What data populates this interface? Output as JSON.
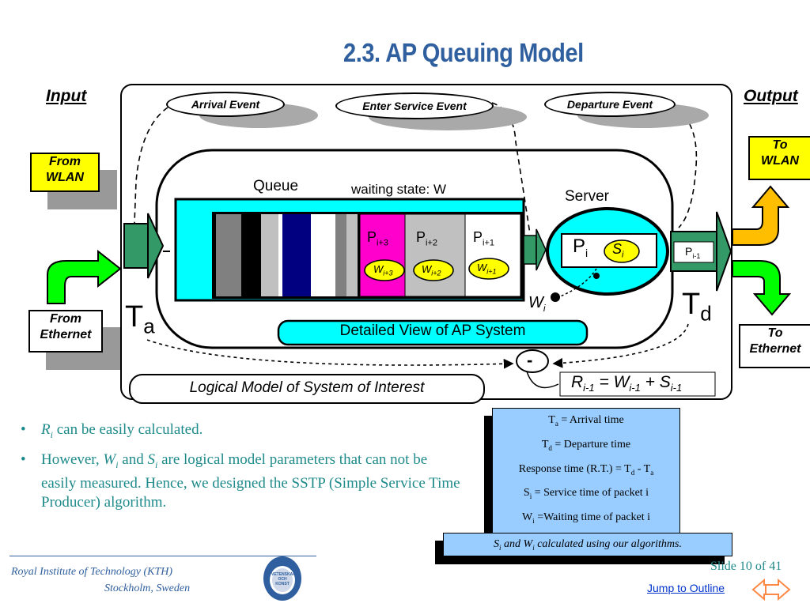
{
  "slide": {
    "title": "2.3.  AP Queuing Model",
    "slide_number": "Slide 10 of 41",
    "jump_link": "Jump to Outline"
  },
  "diagram": {
    "input_label": "Input",
    "output_label": "Output",
    "from_wlan": [
      "From",
      "WLAN"
    ],
    "from_ethernet": [
      "From",
      "Ethernet"
    ],
    "to_wlan": [
      "To",
      "WLAN"
    ],
    "to_ethernet": [
      "To",
      "Ethernet"
    ],
    "arrival_event": "Arrival Event",
    "enter_service_event": "Enter Service Event",
    "departure_event": "Departure Event",
    "queue_label": "Queue",
    "waiting_state": "waiting state: W",
    "server_label": "Server",
    "detail_view": "Detailed View of AP System",
    "logical_model": "Logical Model of System of Interest",
    "ta": {
      "main": "T",
      "sub": "a"
    },
    "td": {
      "main": "T",
      "sub": "d"
    },
    "packets": [
      {
        "p": "P",
        "psub": "i+3",
        "w": "W",
        "wsub": "i+3",
        "color": "#ff00cc"
      },
      {
        "p": "P",
        "psub": "i+2",
        "w": "W",
        "wsub": "i+2",
        "color": "#c0c0c0"
      },
      {
        "p": "P",
        "psub": "i+1",
        "w": "W",
        "wsub": "i+1",
        "color": "#ffffff"
      }
    ],
    "server_packet": {
      "p": "P",
      "psub": "i",
      "s": "S",
      "ssub": "i"
    },
    "out_packet": {
      "p": "P",
      "psub": "i-1"
    },
    "wi": {
      "main": "W",
      "sub": "i"
    },
    "minus": "-",
    "formula": {
      "r": "R",
      "rsub": "i-1",
      "eq": " = ",
      "w": "W",
      "wsub": "i-1",
      "plus": " + ",
      "s": "S",
      "ssub": "i-1"
    },
    "colors": {
      "queue_bg": "#00ffff",
      "arrow_green": "#339966",
      "bright_green": "#00ff00",
      "orange": "#ffbf00",
      "yellow": "#ffff00",
      "title_blue": "#2f5f9e"
    }
  },
  "bullets": [
    {
      "v": "R",
      "vs": "i",
      "text": " can be easily calculated."
    },
    {
      "pre": "However, ",
      "v1": "W",
      "v1s": "i",
      "mid": " and ",
      "v2": "S",
      "v2s": "i",
      "text": " are logical model parameters that can not be easily measured. Hence, we designed the SSTP (Simple Service Time Producer) algorithm."
    }
  ],
  "legend": {
    "rows": [
      {
        "a": "T",
        "as": "a",
        "b": " = Arrival time"
      },
      {
        "a": "T",
        "as": "d",
        "b": " = Departure time"
      },
      {
        "a": "Response time (R.T.) = T",
        "as": "d",
        "b": " - T",
        "bs": "a"
      },
      {
        "a": "S",
        "as": "i",
        "b": " = Service time of packet i"
      },
      {
        "a": "W",
        "as": "i",
        "b": " =Waiting time of packet i"
      }
    ],
    "foot": {
      "a": "S",
      "as": "i",
      "mid": " and W",
      "ms": "i",
      "b": " calculated using our algorithms."
    }
  },
  "footer": {
    "institution": "Royal Institute of  Technology   (KTH)",
    "city": "Stockholm, Sweden",
    "seal_text": [
      "VETENSKAP",
      "OCH",
      "KONST"
    ]
  }
}
